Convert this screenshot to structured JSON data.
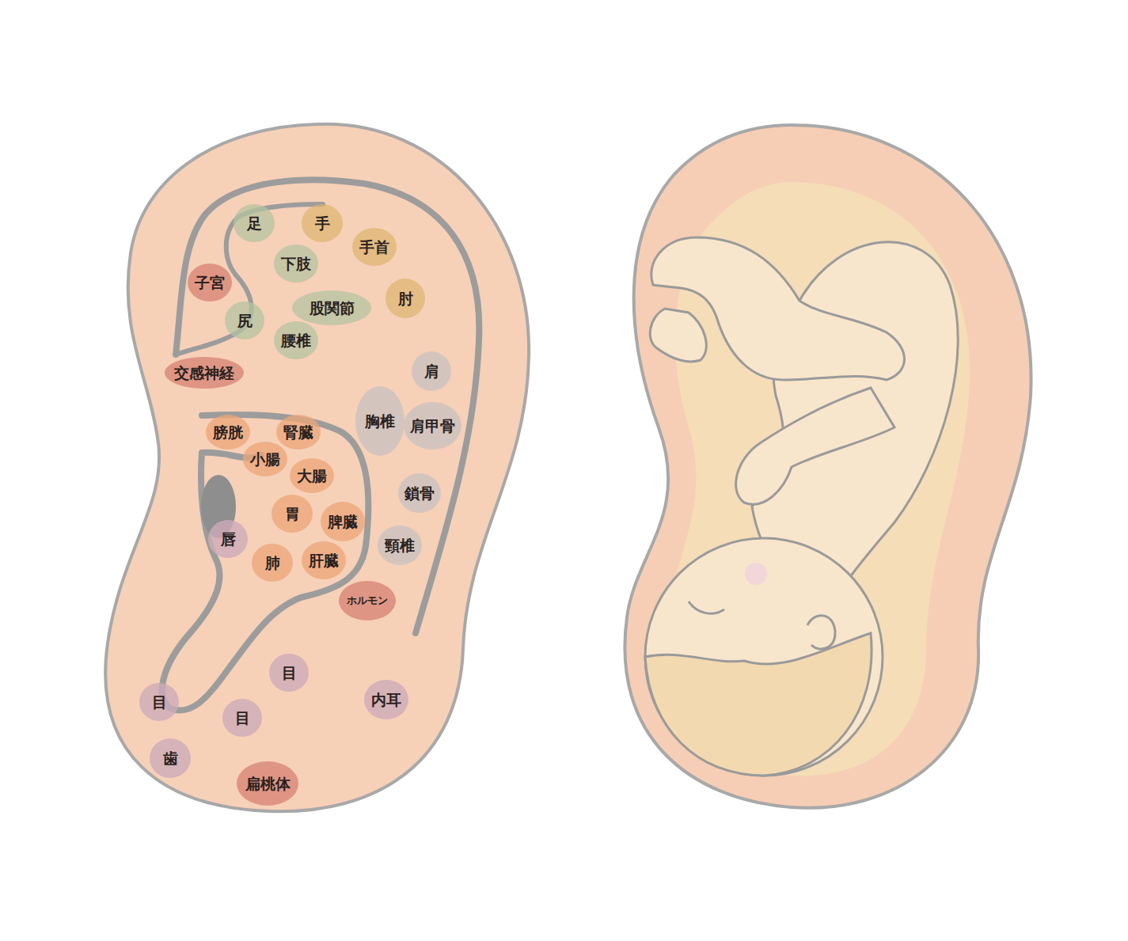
{
  "diagram": {
    "nodes": [
      {
        "text": [
          "足"
        ]
      },
      {
        "text": [
          "手"
        ]
      },
      {
        "text": [
          "手首"
        ]
      },
      {
        "text": [
          "下肢"
        ]
      },
      {
        "text": [
          "子宮"
        ]
      },
      {
        "text": [
          "肘"
        ]
      },
      {
        "text": [
          "股関節"
        ]
      },
      {
        "text": [
          "尻"
        ]
      },
      {
        "text": [
          "腰椎"
        ]
      },
      {
        "text": [
          "肩"
        ]
      },
      {
        "text": [
          "交感神経"
        ]
      },
      {
        "text": [
          "胸椎"
        ]
      },
      {
        "text": [
          "肩甲骨"
        ]
      },
      {
        "text": [
          "膀胱"
        ]
      },
      {
        "text": [
          "腎臓"
        ]
      },
      {
        "text": [
          "小腸"
        ]
      },
      {
        "text": [
          "大腸"
        ]
      },
      {
        "text": [
          "鎖骨"
        ]
      },
      {
        "text": [
          "胃"
        ]
      },
      {
        "text": [
          "脾臓"
        ]
      },
      {
        "text": [
          "唇"
        ]
      },
      {
        "text": [
          "頸椎"
        ]
      },
      {
        "text": [
          "肝臓"
        ]
      },
      {
        "text": [
          "肺"
        ]
      },
      {
        "text": [
          "ホルモン"
        ]
      },
      {
        "text": [
          "目"
        ]
      },
      {
        "text": [
          "内耳"
        ]
      },
      {
        "text": [
          "目"
        ]
      },
      {
        "text": [
          "目"
        ]
      },
      {
        "text": [
          "歯"
        ]
      },
      {
        "text": [
          "扁桃体"
        ]
      }
    ]
  }
}
